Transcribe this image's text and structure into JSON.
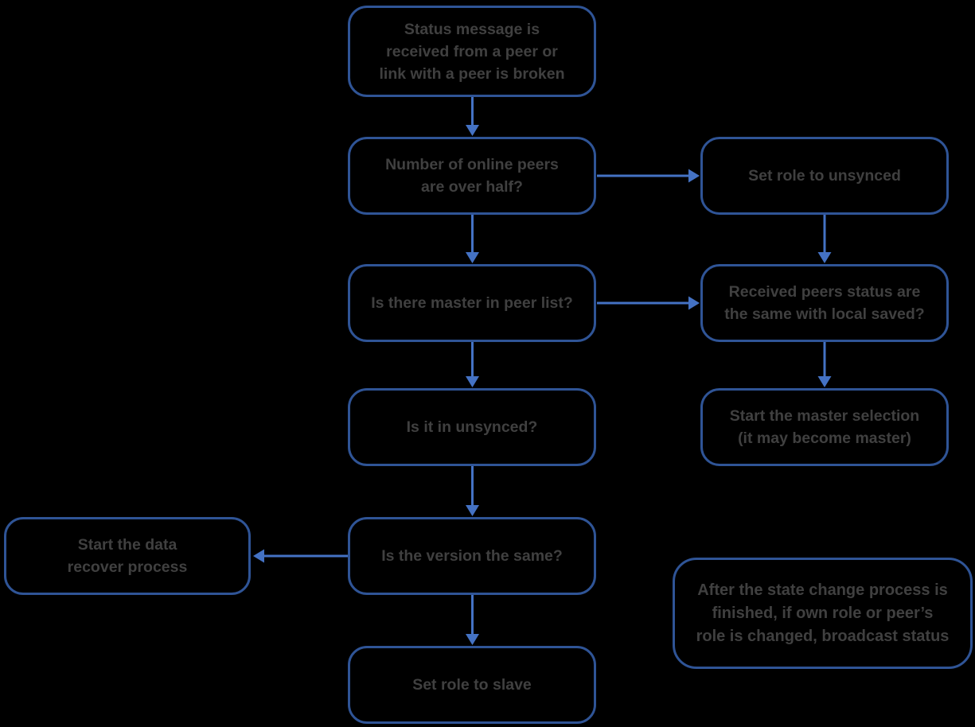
{
  "diagram": {
    "type": "flowchart",
    "background_color": "#000000",
    "box_border_color": "#2F5496",
    "connector_color": "#4472C4",
    "text_color": "#404040",
    "nodes": [
      {
        "id": "status-message",
        "label": "Status message is\nreceived from a peer or\nlink with a peer is broken"
      },
      {
        "id": "peers-over-half",
        "label": "Number of online peers\nare over half?"
      },
      {
        "id": "set-role-unsynced",
        "label": "Set role to unsynced"
      },
      {
        "id": "master-in-peer-list",
        "label": "Is there master in peer list?"
      },
      {
        "id": "received-status-same",
        "label": "Received peers status are\nthe same with local saved?"
      },
      {
        "id": "is-it-in-unsynced",
        "label": "Is it in unsynced?"
      },
      {
        "id": "start-master-selection",
        "label": "Start the master selection\n(it may become master)"
      },
      {
        "id": "start-data-recover",
        "label": "Start the data\nrecover process"
      },
      {
        "id": "is-version-same",
        "label": "Is the version the same?"
      },
      {
        "id": "broadcast-note",
        "label": "After the state change process is\nfinished, if own role or peer’s\nrole is changed, broadcast status"
      },
      {
        "id": "set-role-slave",
        "label": "Set role to slave"
      }
    ],
    "edges": [
      {
        "from": "status-message",
        "to": "peers-over-half",
        "direction": "down"
      },
      {
        "from": "peers-over-half",
        "to": "set-role-unsynced",
        "direction": "right"
      },
      {
        "from": "peers-over-half",
        "to": "master-in-peer-list",
        "direction": "down"
      },
      {
        "from": "set-role-unsynced",
        "to": "received-status-same",
        "direction": "down"
      },
      {
        "from": "master-in-peer-list",
        "to": "received-status-same",
        "direction": "right"
      },
      {
        "from": "master-in-peer-list",
        "to": "is-it-in-unsynced",
        "direction": "down"
      },
      {
        "from": "received-status-same",
        "to": "start-master-selection",
        "direction": "down"
      },
      {
        "from": "is-it-in-unsynced",
        "to": "is-version-same",
        "direction": "down"
      },
      {
        "from": "is-version-same",
        "to": "start-data-recover",
        "direction": "left"
      },
      {
        "from": "is-version-same",
        "to": "set-role-slave",
        "direction": "down"
      }
    ]
  }
}
